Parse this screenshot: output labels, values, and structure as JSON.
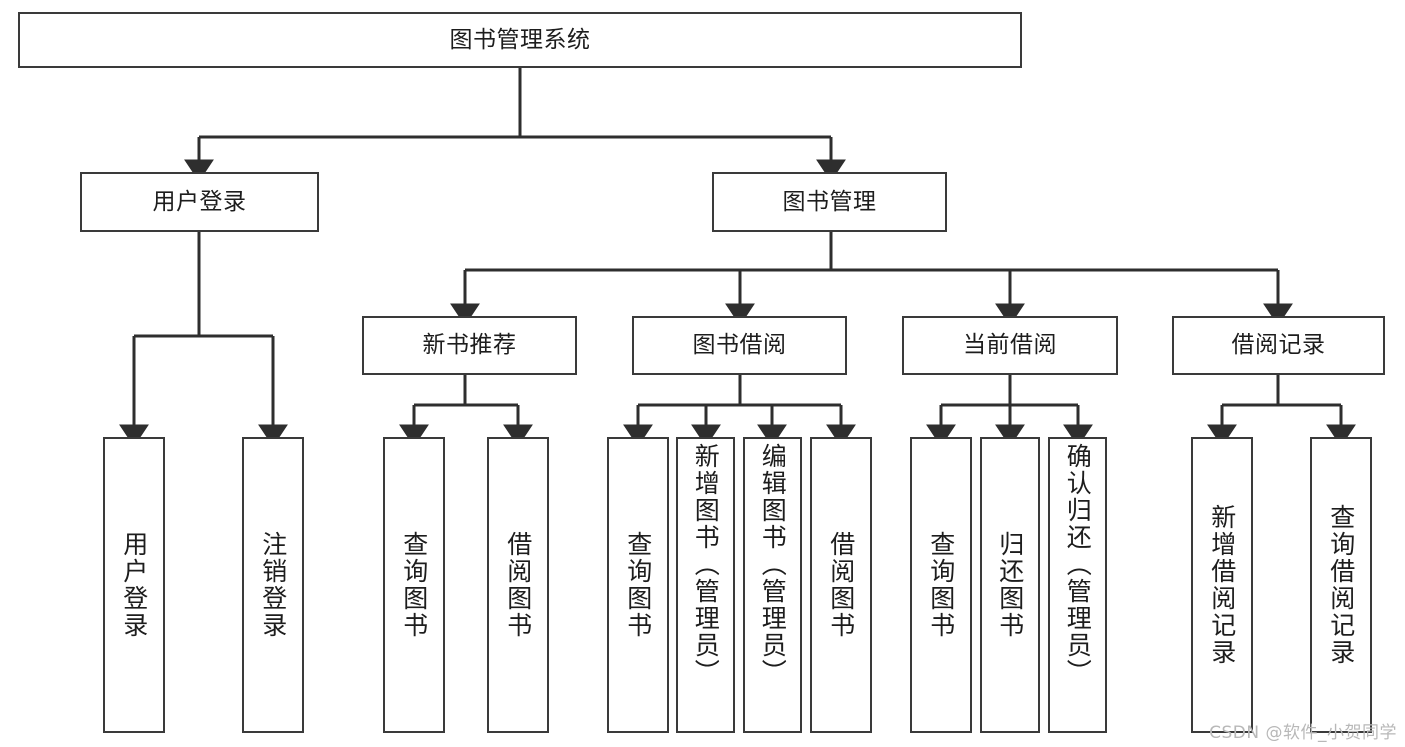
{
  "diagram": {
    "title": "图书管理系统",
    "type": "tree",
    "watermark": "CSDN @软件_小贺同学",
    "colors": {
      "stroke": "#3a3a3a",
      "fill": "#ffffff",
      "text": "#1d1d1d",
      "watermark": "#b8b8b8"
    }
  },
  "nodes": {
    "root": {
      "label": "图书管理系统"
    },
    "level1": [
      {
        "label": "用户登录"
      },
      {
        "label": "图书管理"
      }
    ],
    "level2": [
      {
        "label": "新书推荐"
      },
      {
        "label": "图书借阅"
      },
      {
        "label": "当前借阅"
      },
      {
        "label": "借阅记录"
      }
    ],
    "leaves": {
      "user_login": [
        {
          "label": "用户登录"
        },
        {
          "label": "注销登录"
        }
      ],
      "new_book": [
        {
          "label": "查询图书"
        },
        {
          "label": "借阅图书"
        }
      ],
      "book_borrow": [
        {
          "label": "查询图书"
        },
        {
          "label": "新增图书（管理员）"
        },
        {
          "label": "编辑图书（管理员）"
        },
        {
          "label": "借阅图书"
        }
      ],
      "current_borrow": [
        {
          "label": "查询图书"
        },
        {
          "label": "归还图书"
        },
        {
          "label": "确认归还（管理员）"
        }
      ],
      "borrow_record": [
        {
          "label": "新增借阅记录"
        },
        {
          "label": "查询借阅记录"
        }
      ]
    }
  },
  "chart_data": {
    "type": "table",
    "title": "图书管理系统 功能结构图",
    "hierarchy": [
      {
        "label": "图书管理系统",
        "children": [
          {
            "label": "用户登录",
            "children": [
              {
                "label": "用户登录"
              },
              {
                "label": "注销登录"
              }
            ]
          },
          {
            "label": "图书管理",
            "children": [
              {
                "label": "新书推荐",
                "children": [
                  {
                    "label": "查询图书"
                  },
                  {
                    "label": "借阅图书"
                  }
                ]
              },
              {
                "label": "图书借阅",
                "children": [
                  {
                    "label": "查询图书"
                  },
                  {
                    "label": "新增图书（管理员）"
                  },
                  {
                    "label": "编辑图书（管理员）"
                  },
                  {
                    "label": "借阅图书"
                  }
                ]
              },
              {
                "label": "当前借阅",
                "children": [
                  {
                    "label": "查询图书"
                  },
                  {
                    "label": "归还图书"
                  },
                  {
                    "label": "确认归还（管理员）"
                  }
                ]
              },
              {
                "label": "借阅记录",
                "children": [
                  {
                    "label": "新增借阅记录"
                  },
                  {
                    "label": "查询借阅记录"
                  }
                ]
              }
            ]
          }
        ]
      }
    ]
  }
}
